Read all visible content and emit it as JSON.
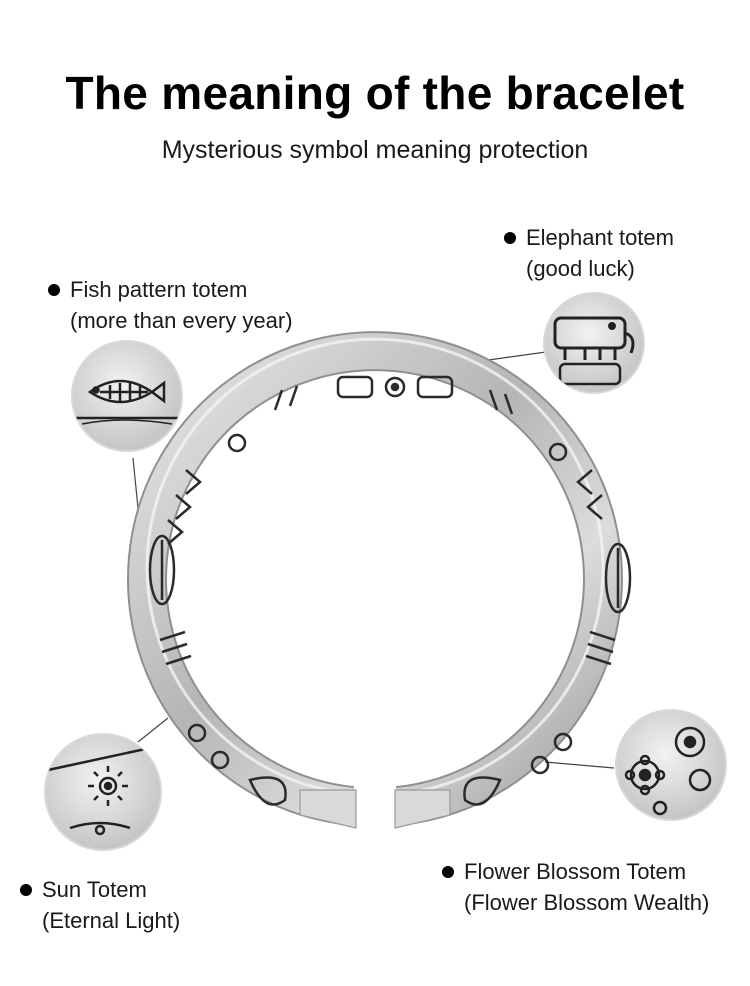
{
  "title": "The meaning of the bracelet",
  "subtitle": "Mysterious symbol meaning protection",
  "callouts": {
    "fish": {
      "name": "Fish pattern totem",
      "meaning": "(more than every year)",
      "icon": "fish-icon"
    },
    "elephant": {
      "name": "Elephant totem",
      "meaning": "(good luck)",
      "icon": "elephant-icon"
    },
    "sun": {
      "name": "Sun Totem",
      "meaning": "(Eternal Light)",
      "icon": "sun-icon"
    },
    "flower": {
      "name": "Flower Blossom Totem",
      "meaning": "(Flower Blossom Wealth)",
      "icon": "flower-icon"
    }
  },
  "colors": {
    "background": "#ffffff",
    "silver": "#c9c9c9",
    "engraving": "#2a2a2a",
    "text": "#1a1a1a"
  }
}
